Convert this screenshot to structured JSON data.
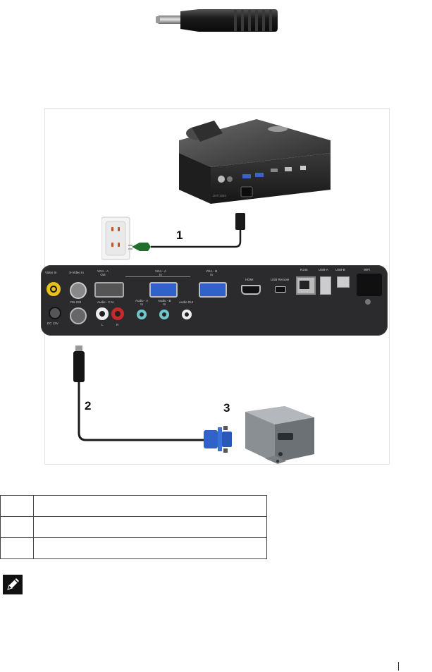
{
  "diagram": {
    "callouts": [
      "1",
      "2",
      "3"
    ],
    "projector_model": "Dell 1550",
    "panel_labels": {
      "video_in": "Video In",
      "s_video_in": "S-Video In",
      "rs232": "RS-232",
      "dc_12v": "DC 12V",
      "vga_a_out": "VGA - A\nOut",
      "vga_a_in": "VGA - A\nIn",
      "vga_b_in": "VGA - B\nIn",
      "audio_c_in": "Audio - C In",
      "audio_a_in": "Audio - A\nIn",
      "audio_b_in": "Audio - B\nIn",
      "audio_out": "Audio Out",
      "hdmi": "HDMI",
      "usb_remote": "USB Remote",
      "rj45": "RJ45",
      "usb_a": "USB-A",
      "usb_b": "USB-B",
      "wifi": "WiFi",
      "audio_l": "L",
      "audio_r": "R"
    }
  },
  "legend": {
    "rows": [
      {
        "number": "",
        "description": ""
      },
      {
        "number": "",
        "description": ""
      },
      {
        "number": "",
        "description": ""
      }
    ]
  },
  "icons": {
    "note": "pencil-note-icon"
  },
  "colors": {
    "panel_bg": "#2b2b2d",
    "vga_blue": "#2f63c9",
    "cable": "#1a1a1a",
    "plug_green": "#1f6e2e"
  }
}
